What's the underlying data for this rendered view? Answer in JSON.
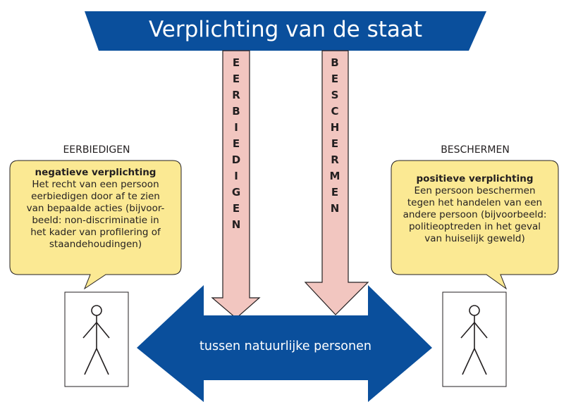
{
  "banner": {
    "title": "Verplichting van de staat"
  },
  "arrows": [
    {
      "word": "EERBIEDIGEN"
    },
    {
      "word": "BESCHERMEN"
    }
  ],
  "left": {
    "heading": "EERBIEDIGEN",
    "bubble_title": "negatieve verplichting",
    "bubble_lines": [
      "Het recht van een persoon",
      "eerbiedigen door af te zien",
      "van bepaalde acties (bijvoor-",
      "beeld: non-discriminatie in",
      "het kader van profilering of",
      "staandehoudingen)"
    ]
  },
  "right": {
    "heading": "BESCHERMEN",
    "bubble_title": "positieve verplichting",
    "bubble_lines": [
      "Een persoon beschermen",
      "tegen het handelen van een",
      "andere persoon (bijvoorbeeld:",
      "politieoptreden in het geval",
      "van huiselijk geweld)"
    ]
  },
  "center": {
    "label": "tussen natuurlijke personen"
  },
  "colors": {
    "blue": "#0a4f9c",
    "pink": "#f2c6c0",
    "bubble": "#fbe993",
    "stroke": "#231f20"
  },
  "icons": {
    "person": "stick-figure-icon"
  }
}
